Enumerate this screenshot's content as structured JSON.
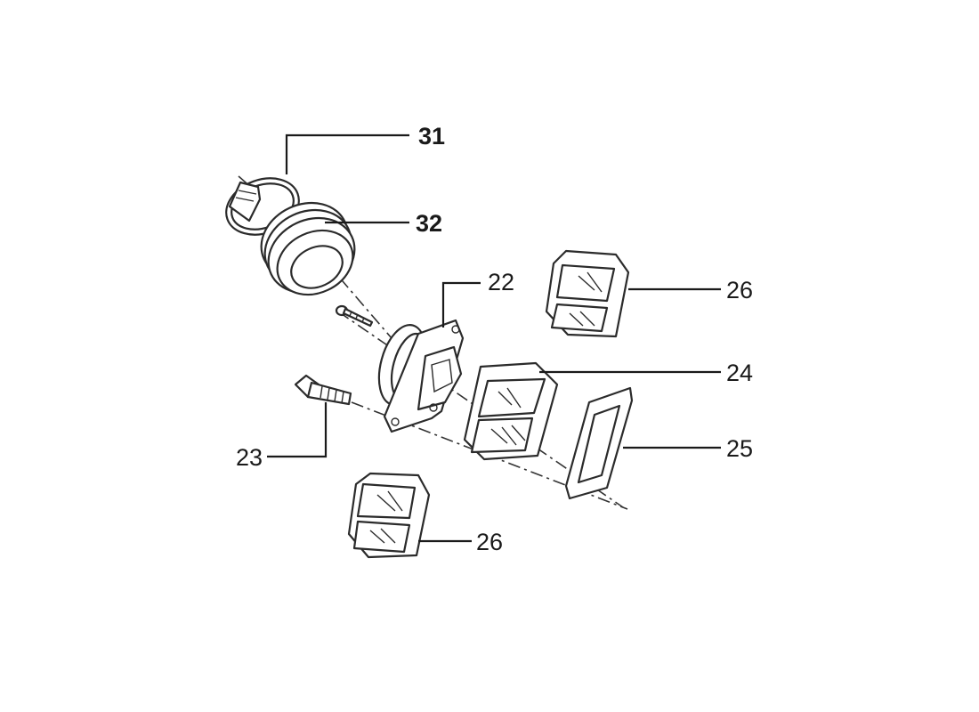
{
  "callouts": {
    "c31": "31",
    "c32": "32",
    "c22": "22",
    "c26a": "26",
    "c24": "24",
    "c25": "25",
    "c23": "23",
    "c26b": "26"
  },
  "colors": {
    "ink": "#1a1a1a",
    "background": "#ffffff"
  }
}
